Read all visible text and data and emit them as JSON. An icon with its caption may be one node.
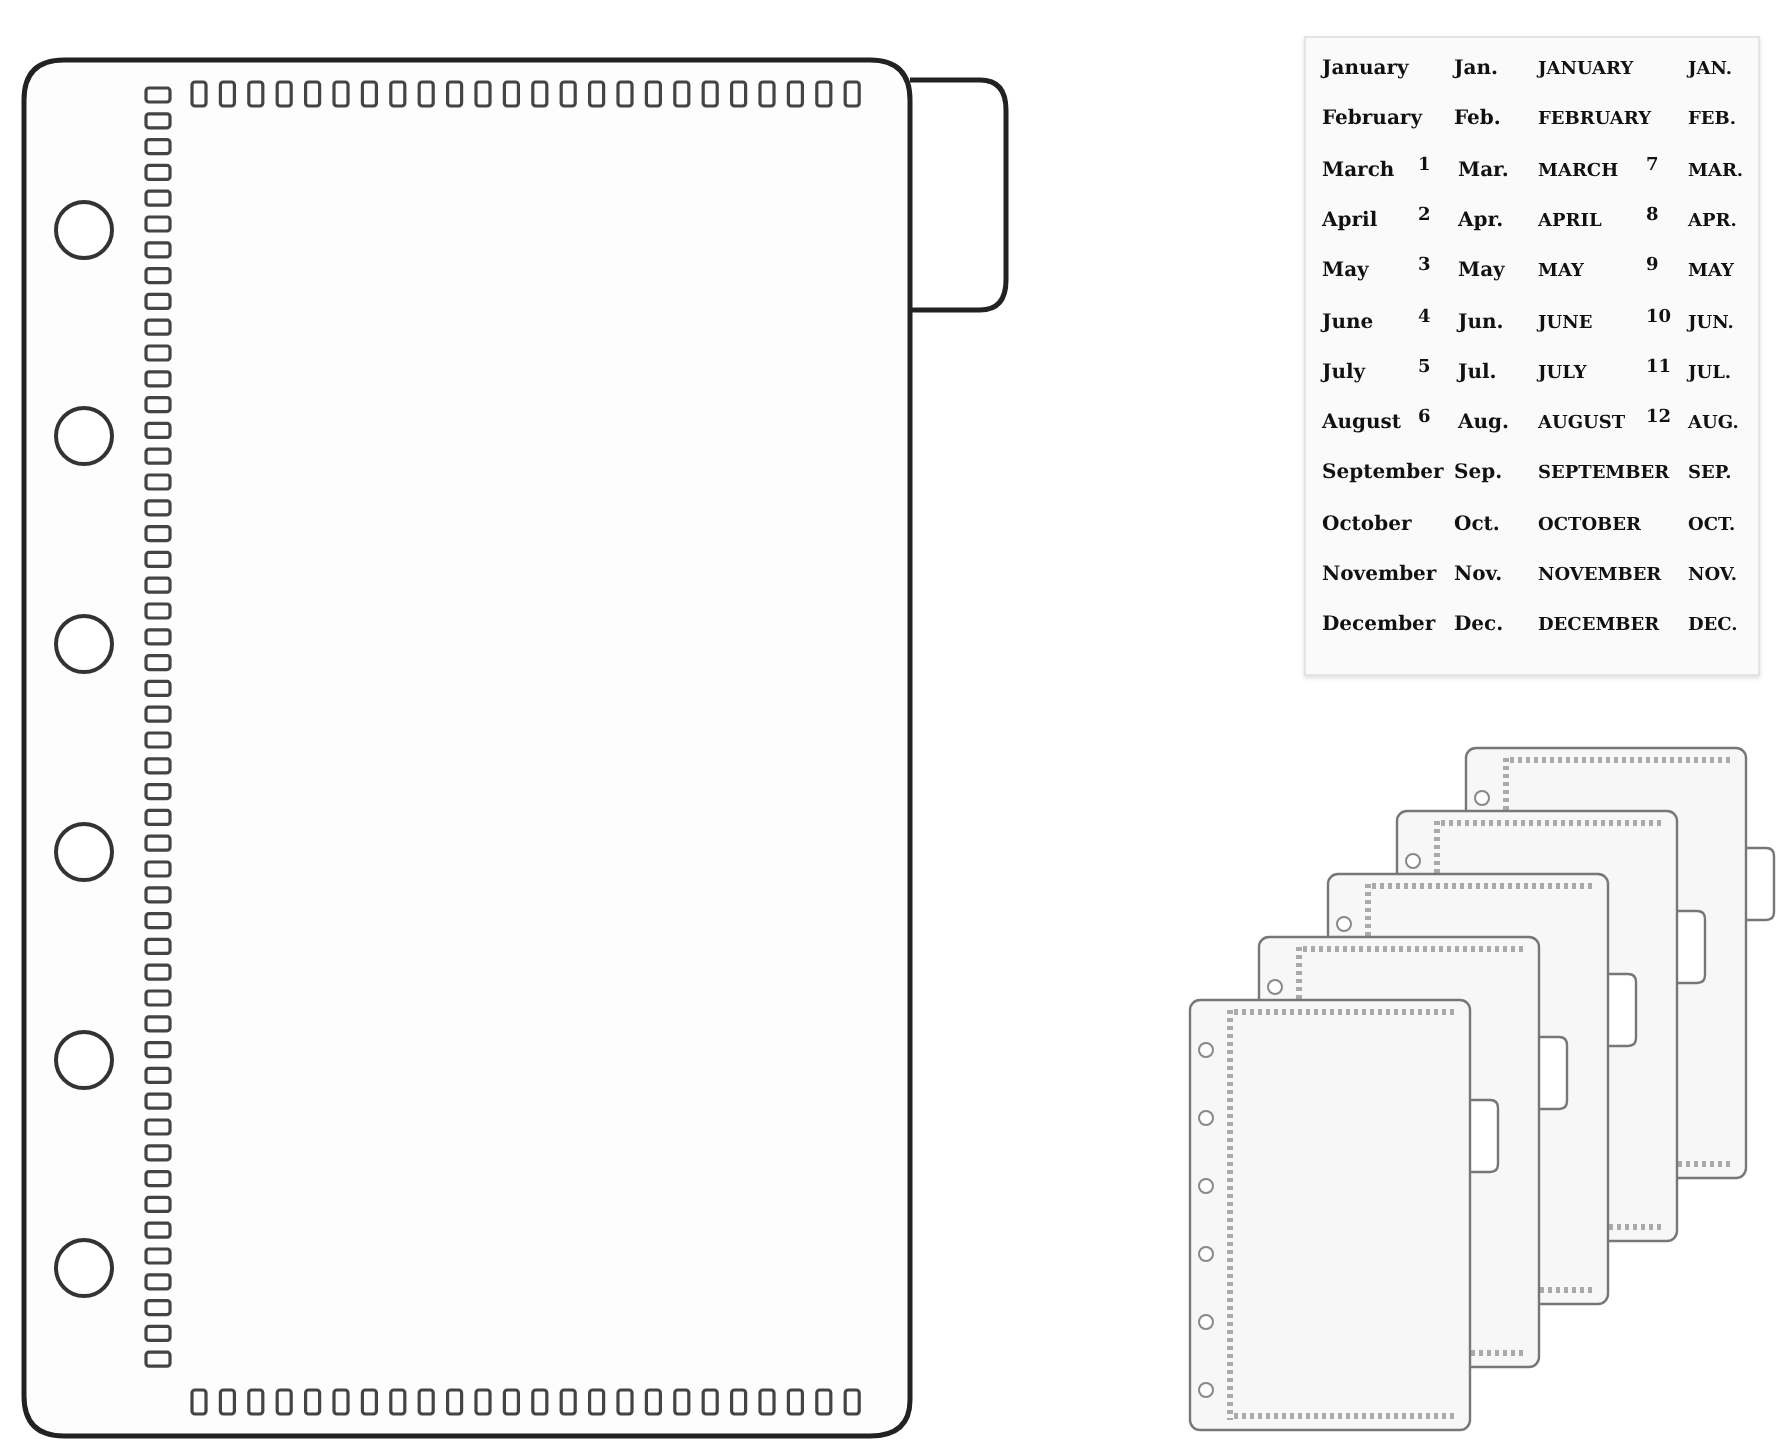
{
  "diagram": {
    "labels": [
      "January",
      "Jan.",
      "JANUARY",
      "JAN.",
      "February",
      "Feb.",
      "FEBRUARY",
      "FEB.",
      "March",
      "1",
      "Mar.",
      "MARCH",
      "7",
      "MAR.",
      "April",
      "2",
      "Apr.",
      "APRIL",
      "8",
      "APR.",
      "May",
      "3",
      "May",
      "MAY",
      "9",
      "MAY",
      "June",
      "4",
      "Jun.",
      "JUNE",
      "10",
      "JUN.",
      "July",
      "5",
      "Jul.",
      "JULY",
      "11",
      "JUL.",
      "August",
      "6",
      "Aug.",
      "AUGUST",
      "12",
      "AUG.",
      "September",
      "Sep.",
      "SEPTEMBER",
      "SEP.",
      "October",
      "Oct.",
      "OCTOBER",
      "OCT.",
      "November",
      "Nov.",
      "NOVEMBER",
      "NOV.",
      "December",
      "Dec.",
      "DECEMBER",
      "DEC."
    ]
  }
}
